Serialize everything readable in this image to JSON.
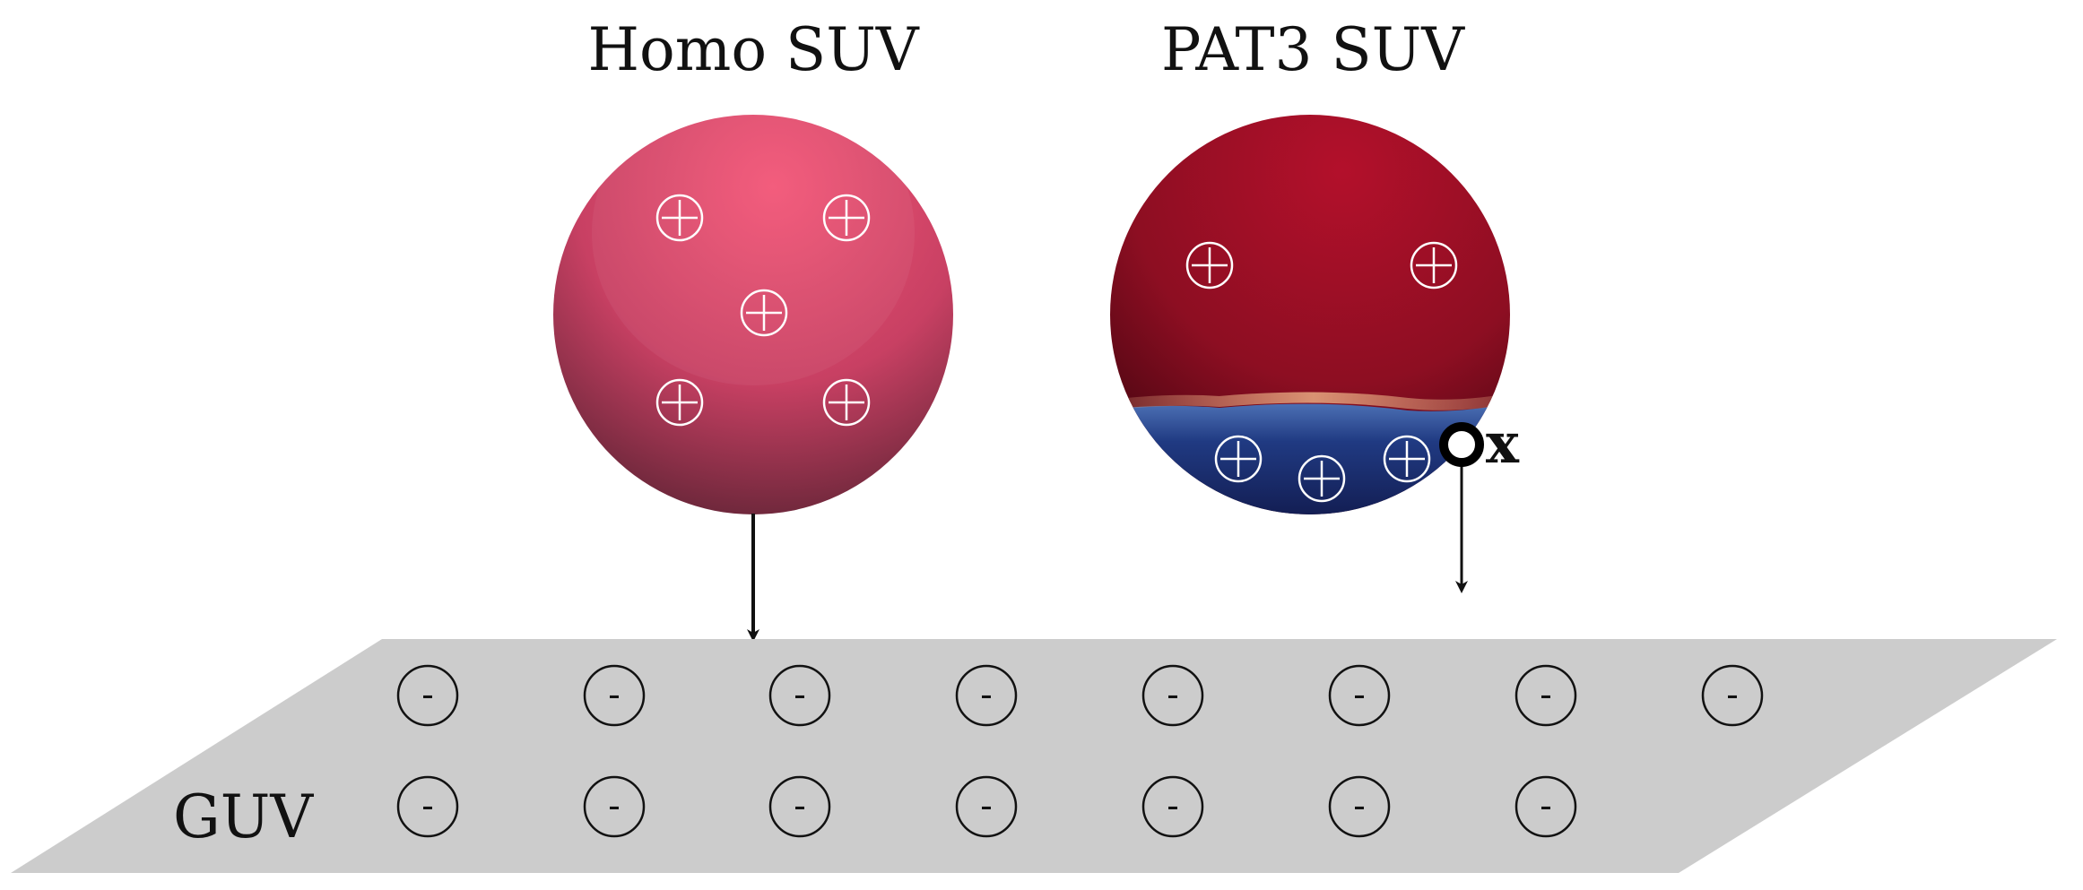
{
  "vesicles": {
    "homo": {
      "title": "Homo SUV",
      "charge_symbol": "+",
      "charge_count": 5,
      "color_top": "#f35576",
      "color_mid": "#c84063",
      "color_bottom": "#4e1f2d"
    },
    "pat3": {
      "title": "PAT3 SUV",
      "charge_symbol": "+",
      "charge_count": 5,
      "color_top": "#b3102b",
      "color_mid": "#8d0e22",
      "color_bottom": "#40050f",
      "domain_color_top": "#4f74b8",
      "domain_color_bottom": "#0f1545",
      "boundary_color": "#e2a17c",
      "point_label": "x"
    }
  },
  "membrane": {
    "label": "GUV",
    "charge_symbol": "-",
    "charge_count": 15,
    "color": "#cccccc"
  }
}
